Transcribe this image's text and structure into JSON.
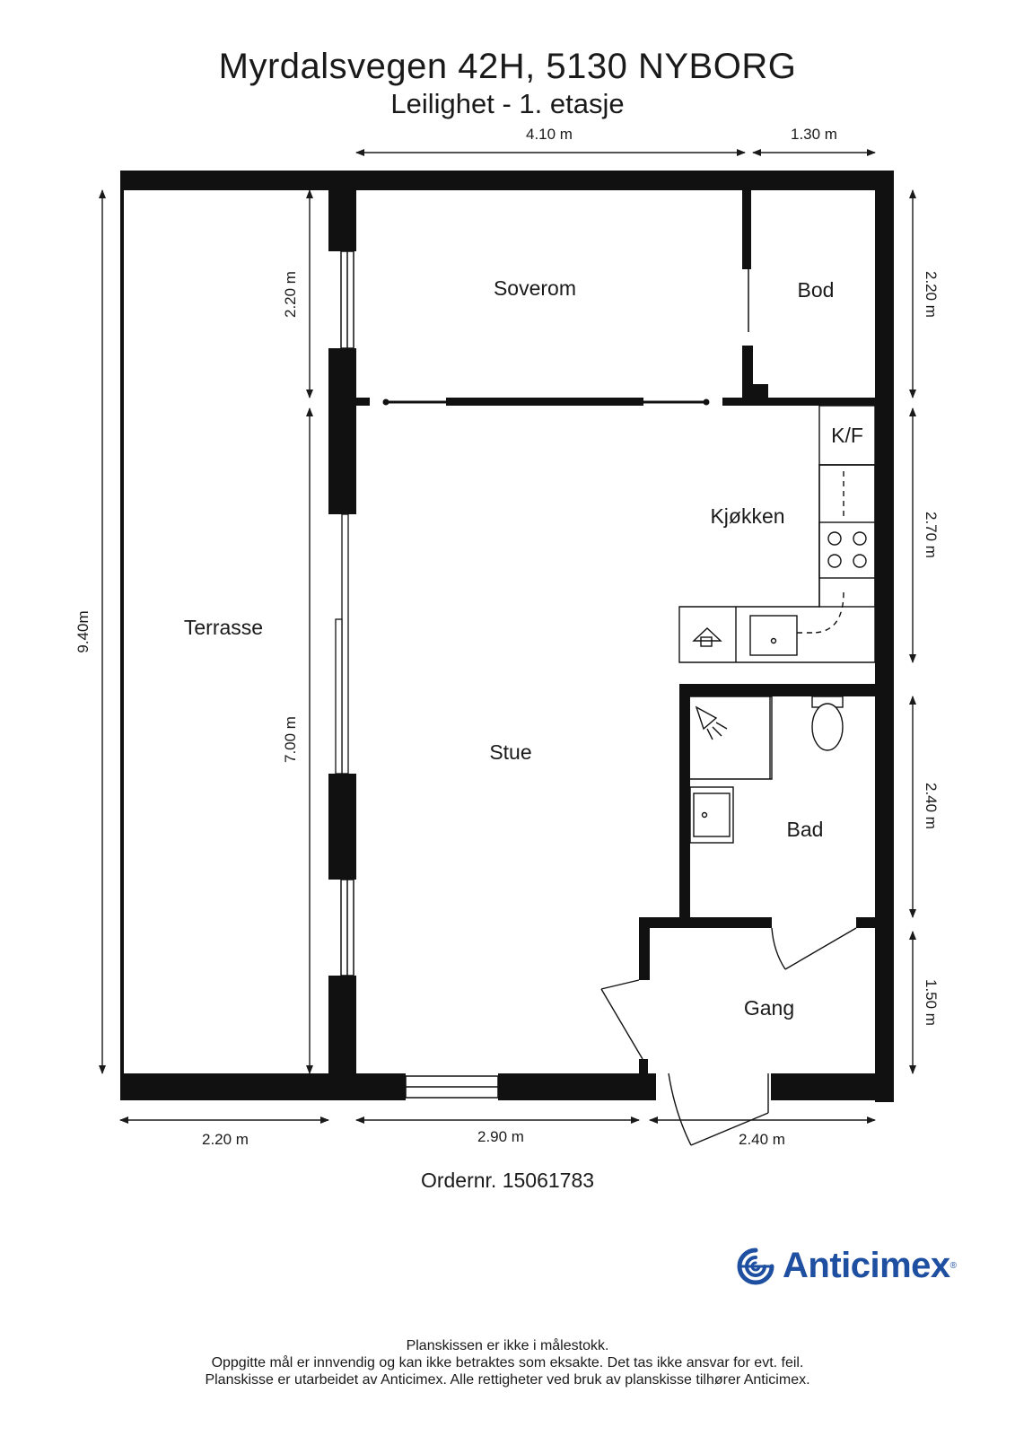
{
  "header": {
    "title": "Myrdalsvegen 42H, 5130 NYBORG",
    "subtitle": "Leilighet - 1. etasje"
  },
  "rooms": {
    "soverom": "Soverom",
    "bod": "Bod",
    "kf": "K/F",
    "kjokken": "Kjøkken",
    "terrasse": "Terrasse",
    "stue": "Stue",
    "bad": "Bad",
    "gang": "Gang"
  },
  "dimensions": {
    "top_left": "4.10 m",
    "top_right": "1.30 m",
    "left_total": "9.40m",
    "terrace_upper": "2.20 m",
    "terrace_lower": "7.00 m",
    "right_1": "2.20 m",
    "right_2": "2.70 m",
    "right_3": "2.40 m",
    "right_4": "1.50 m",
    "bottom_1": "2.20 m",
    "bottom_2": "2.90 m",
    "bottom_3": "2.40 m"
  },
  "order": "Ordernr. 15061783",
  "logo": {
    "text": "Anticimex",
    "icon": "anticimex-logo-icon",
    "color": "#1f4fa0"
  },
  "footer": {
    "line1": "Planskissen er ikke i målestokk.",
    "line2": "Oppgitte mål er innvendig og kan ikke betraktes som eksakte. Det tas ikke ansvar for evt. feil.",
    "line3": "Planskisse er utarbeidet av Anticimex. Alle rettigheter ved bruk av planskisse tilhører Anticimex."
  }
}
